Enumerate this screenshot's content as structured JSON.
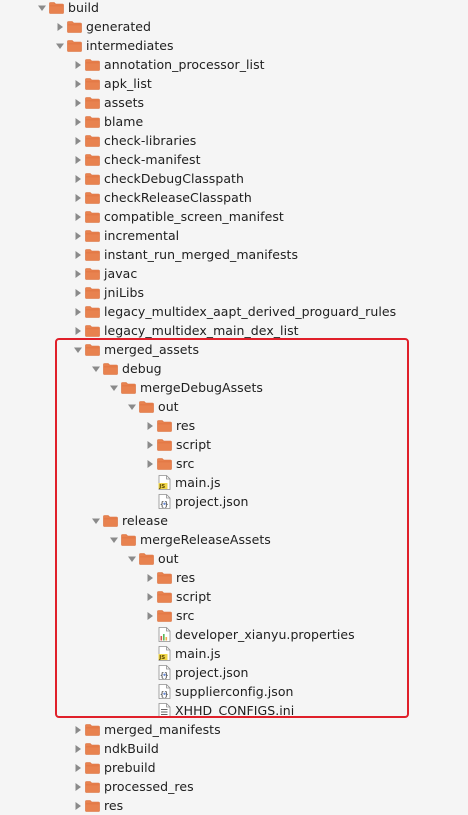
{
  "colors": {
    "folder": "#e8824f",
    "folder_dark": "#d96c38",
    "arrow": "#8a8a8a",
    "highlight": "#e0202a"
  },
  "tree": [
    {
      "label": "build",
      "depth": 0,
      "kind": "folder",
      "expanded": true
    },
    {
      "label": "generated",
      "depth": 1,
      "kind": "folder",
      "expanded": false
    },
    {
      "label": "intermediates",
      "depth": 1,
      "kind": "folder",
      "expanded": true
    },
    {
      "label": "annotation_processor_list",
      "depth": 2,
      "kind": "folder",
      "expanded": false
    },
    {
      "label": "apk_list",
      "depth": 2,
      "kind": "folder",
      "expanded": false
    },
    {
      "label": "assets",
      "depth": 2,
      "kind": "folder",
      "expanded": false
    },
    {
      "label": "blame",
      "depth": 2,
      "kind": "folder",
      "expanded": false
    },
    {
      "label": "check-libraries",
      "depth": 2,
      "kind": "folder",
      "expanded": false
    },
    {
      "label": "check-manifest",
      "depth": 2,
      "kind": "folder",
      "expanded": false
    },
    {
      "label": "checkDebugClasspath",
      "depth": 2,
      "kind": "folder",
      "expanded": false
    },
    {
      "label": "checkReleaseClasspath",
      "depth": 2,
      "kind": "folder",
      "expanded": false
    },
    {
      "label": "compatible_screen_manifest",
      "depth": 2,
      "kind": "folder",
      "expanded": false
    },
    {
      "label": "incremental",
      "depth": 2,
      "kind": "folder",
      "expanded": false
    },
    {
      "label": "instant_run_merged_manifests",
      "depth": 2,
      "kind": "folder",
      "expanded": false
    },
    {
      "label": "javac",
      "depth": 2,
      "kind": "folder",
      "expanded": false
    },
    {
      "label": "jniLibs",
      "depth": 2,
      "kind": "folder",
      "expanded": false
    },
    {
      "label": "legacy_multidex_aapt_derived_proguard_rules",
      "depth": 2,
      "kind": "folder",
      "expanded": false
    },
    {
      "label": "legacy_multidex_main_dex_list",
      "depth": 2,
      "kind": "folder",
      "expanded": false
    },
    {
      "label": "merged_assets",
      "depth": 2,
      "kind": "folder",
      "expanded": true
    },
    {
      "label": "debug",
      "depth": 3,
      "kind": "folder",
      "expanded": true
    },
    {
      "label": "mergeDebugAssets",
      "depth": 4,
      "kind": "folder",
      "expanded": true
    },
    {
      "label": "out",
      "depth": 5,
      "kind": "folder",
      "expanded": true
    },
    {
      "label": "res",
      "depth": 6,
      "kind": "folder",
      "expanded": false
    },
    {
      "label": "script",
      "depth": 6,
      "kind": "folder",
      "expanded": false
    },
    {
      "label": "src",
      "depth": 6,
      "kind": "folder",
      "expanded": false
    },
    {
      "label": "main.js",
      "depth": 6,
      "kind": "js-file"
    },
    {
      "label": "project.json",
      "depth": 6,
      "kind": "json-file"
    },
    {
      "label": "release",
      "depth": 3,
      "kind": "folder",
      "expanded": true
    },
    {
      "label": "mergeReleaseAssets",
      "depth": 4,
      "kind": "folder",
      "expanded": true
    },
    {
      "label": "out",
      "depth": 5,
      "kind": "folder",
      "expanded": true
    },
    {
      "label": "res",
      "depth": 6,
      "kind": "folder",
      "expanded": false
    },
    {
      "label": "script",
      "depth": 6,
      "kind": "folder",
      "expanded": false
    },
    {
      "label": "src",
      "depth": 6,
      "kind": "folder",
      "expanded": false
    },
    {
      "label": "developer_xianyu.properties",
      "depth": 6,
      "kind": "properties-file"
    },
    {
      "label": "main.js",
      "depth": 6,
      "kind": "js-file"
    },
    {
      "label": "project.json",
      "depth": 6,
      "kind": "json-file"
    },
    {
      "label": "supplierconfig.json",
      "depth": 6,
      "kind": "json-file"
    },
    {
      "label": "XHHD_CONFIGS.ini",
      "depth": 6,
      "kind": "ini-file"
    },
    {
      "label": "merged_manifests",
      "depth": 2,
      "kind": "folder",
      "expanded": false
    },
    {
      "label": "ndkBuild",
      "depth": 2,
      "kind": "folder",
      "expanded": false
    },
    {
      "label": "prebuild",
      "depth": 2,
      "kind": "folder",
      "expanded": false
    },
    {
      "label": "processed_res",
      "depth": 2,
      "kind": "folder",
      "expanded": false
    },
    {
      "label": "res",
      "depth": 2,
      "kind": "folder",
      "expanded": false
    }
  ]
}
